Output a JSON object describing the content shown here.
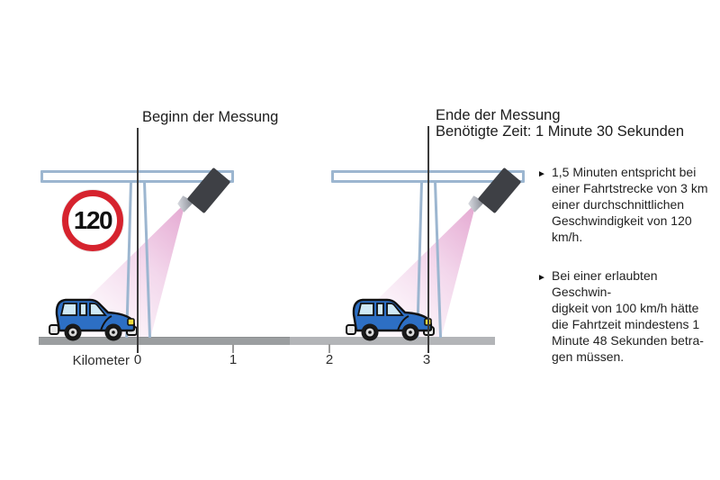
{
  "figure": {
    "start_label": "Beginn der Messung",
    "end_label_line1": "Ende der Messung",
    "end_label_line2": "Benötigte Zeit: 1 Minute 30 Sekunden",
    "speed_sign_value": "120",
    "axis_label": "Kilometer",
    "km_ticks": [
      "0",
      "1",
      "2",
      "3"
    ],
    "bullet_char": "►",
    "notes": [
      {
        "lines": [
          "1,5 Minuten entspricht bei",
          "einer Fahrtstrecke von 3 km",
          "einer durchschnittlichen",
          "Geschwindigkeit von 120",
          "km/h."
        ]
      },
      {
        "lines": [
          "Bei einer erlaubten Geschwin-",
          "digkeit von 100 km/h hätte",
          "die Fahrtzeit mindestens 1",
          "Minute 48 Sekunden betra-",
          "gen müssen."
        ]
      }
    ],
    "colors": {
      "sign_red": "#d6232e",
      "gantry_blue": "#9cb6d0",
      "car_blue": "#2d6fc4",
      "beam_pink": "#e9b7dc",
      "road_grey": "#9b9ea0",
      "text_dark": "#1f1f1f"
    }
  }
}
